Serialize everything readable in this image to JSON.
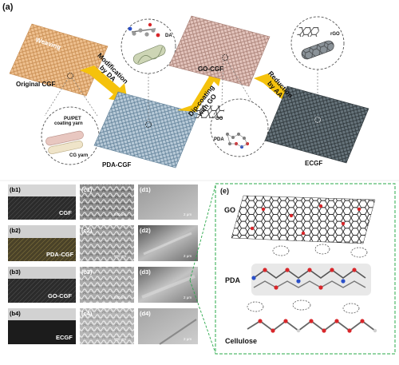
{
  "panel_a": {
    "tag": "(a)",
    "weaving": "Weaving",
    "original_cgf": "Original CGF",
    "pu_pet_line1": "PU/PET",
    "pu_pet_line2": "coating yarn",
    "cg_yarn": "CG yarn",
    "step1_line1": "Modification",
    "step1_line2": "by DA",
    "da_label": "DA",
    "pda_cgf": "PDA-CGF",
    "step2_line1": "Dip-coating",
    "step2_line2": "with GO",
    "go_cgf": "GO-CGF",
    "go_small": "GO",
    "pda_small": "PDA",
    "step3_line1": "Reduction",
    "step3_line2": "by AA",
    "rgo_label": "rGO",
    "ecgf": "ECGF"
  },
  "panel_b": {
    "tags": [
      "(b1)",
      "(b2)",
      "(b3)",
      "(b4)"
    ],
    "names": [
      "CGF",
      "PDA-CGF",
      "GO-CGF",
      "ECGF"
    ]
  },
  "panel_c": {
    "tags": [
      "(c1)",
      "(c2)",
      "(c3)",
      "(c4)"
    ],
    "scales": [
      "500 μm",
      "500 μm",
      "500 μm",
      "500 μm"
    ]
  },
  "panel_d": {
    "tags": [
      "(d1)",
      "(d2)",
      "(d3)",
      "(d4)"
    ],
    "scales": [
      "2 μm",
      "2 μm",
      "2 μm",
      "2 μm"
    ]
  },
  "panel_e": {
    "tag": "(e)",
    "go": "GO",
    "pda": "PDA",
    "cellulose": "Cellulose"
  },
  "colors": {
    "orange_fabric": "#e8b27a",
    "blue_fabric": "#9fb6c9",
    "pink_fabric": "#d9b3aa",
    "dark_fabric": "#4f5a60",
    "arrow": "#f5c20c",
    "green_dash": "#2aa84a",
    "oxygen": "#d8262a",
    "nitrogen": "#2a4fc8"
  }
}
